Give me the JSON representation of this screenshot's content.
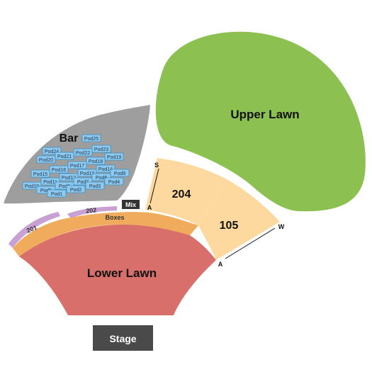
{
  "venue_map": {
    "colors": {
      "upper_lawn": "#8cc152",
      "lower_lawn": "#d96f6b",
      "reserved": "#fdd9a0",
      "boxes": "#f0ac5c",
      "bar_area": "#9e9e9e",
      "pods": "#8fc9ed",
      "pod_border": "#3a8fc4",
      "section_200s": "#c8a0d4",
      "stage": "#4a4a4a",
      "mix": "#333333"
    },
    "labels": {
      "upper_lawn": "Upper Lawn",
      "lower_lawn": "Lower Lawn",
      "section_204": "204",
      "section_105": "105",
      "boxes": "Boxes",
      "section_201": "201",
      "section_202": "202",
      "bar": "Bar",
      "mix": "Mix",
      "stage": "Stage",
      "row_s": "S",
      "row_a_204": "A",
      "row_w": "W",
      "row_a_105": "A"
    },
    "pods": [
      "Pod24",
      "Pod25",
      "Pod20",
      "Pod21",
      "Pod22",
      "Pod23",
      "Pod15",
      "Pod16",
      "Pod17",
      "Pod18",
      "Pod19",
      "Pod10",
      "Pod11",
      "Pod12",
      "Pod13",
      "Pod14",
      "Pod5",
      "Pod6",
      "Pod7",
      "Pod8",
      "Pod9",
      "Pod1",
      "Pod2",
      "Pod3",
      "Pod4"
    ]
  }
}
